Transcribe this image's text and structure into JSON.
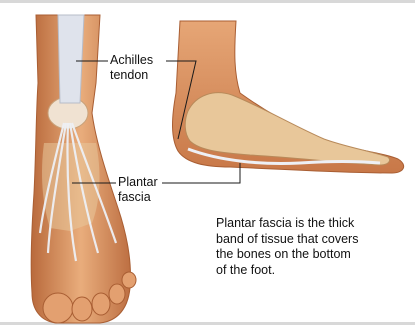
{
  "labels": {
    "achilles": [
      "Achilles",
      "tendon"
    ],
    "plantar": [
      "Plantar",
      "fascia"
    ]
  },
  "caption": [
    "Plantar fascia is the thick",
    "band of tissue that covers",
    "the bones on the bottom",
    "of the foot."
  ],
  "colors": {
    "skin": "#e7a876",
    "skin_dark": "#c9754a",
    "bone": "#e8c79a",
    "bone_shadow": "#b88a5a",
    "tendon": "#e3e6ee",
    "leader_line": "#1a1a1a"
  }
}
